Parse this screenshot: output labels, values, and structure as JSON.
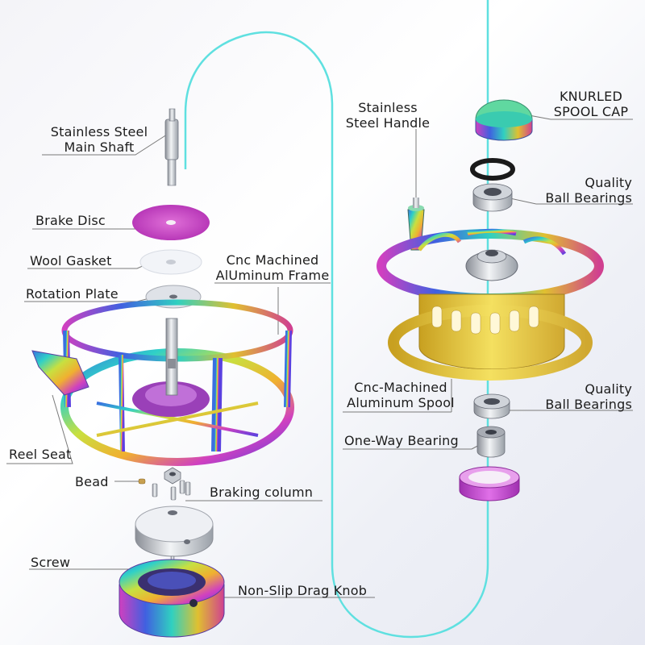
{
  "labels": {
    "main_shaft": [
      "Stainless Steel",
      "Main Shaft"
    ],
    "brake_disc": "Brake Disc",
    "wool_gasket": "Wool Gasket",
    "rotation_plate": "Rotation Plate",
    "frame": [
      "Cnc Machined",
      "AlUminum Frame"
    ],
    "reel_seat": "Reel Seat",
    "bead": "Bead",
    "braking_column": "Braking column",
    "screw": "Screw",
    "drag_knob": "Non-Slip Drag Knob",
    "handle": [
      "Stainless",
      "Steel Handle"
    ],
    "spool_cap": [
      "KNURLED",
      "SPOOL CAP"
    ],
    "bearings_top": [
      "Quality",
      "Ball Bearings"
    ],
    "spool": [
      "Cnc-Machined",
      "Aluminum Spool"
    ],
    "bearings_bottom": [
      "Quality",
      "Ball Bearings"
    ],
    "one_way_bearing": "One-Way Bearing"
  },
  "colors": {
    "line": "#5fe0e0",
    "leader": "#7a7a7a",
    "brake_disc": "#c94fd0",
    "drag_ring": "#c84fd6",
    "steel": "#c8ccd2"
  }
}
